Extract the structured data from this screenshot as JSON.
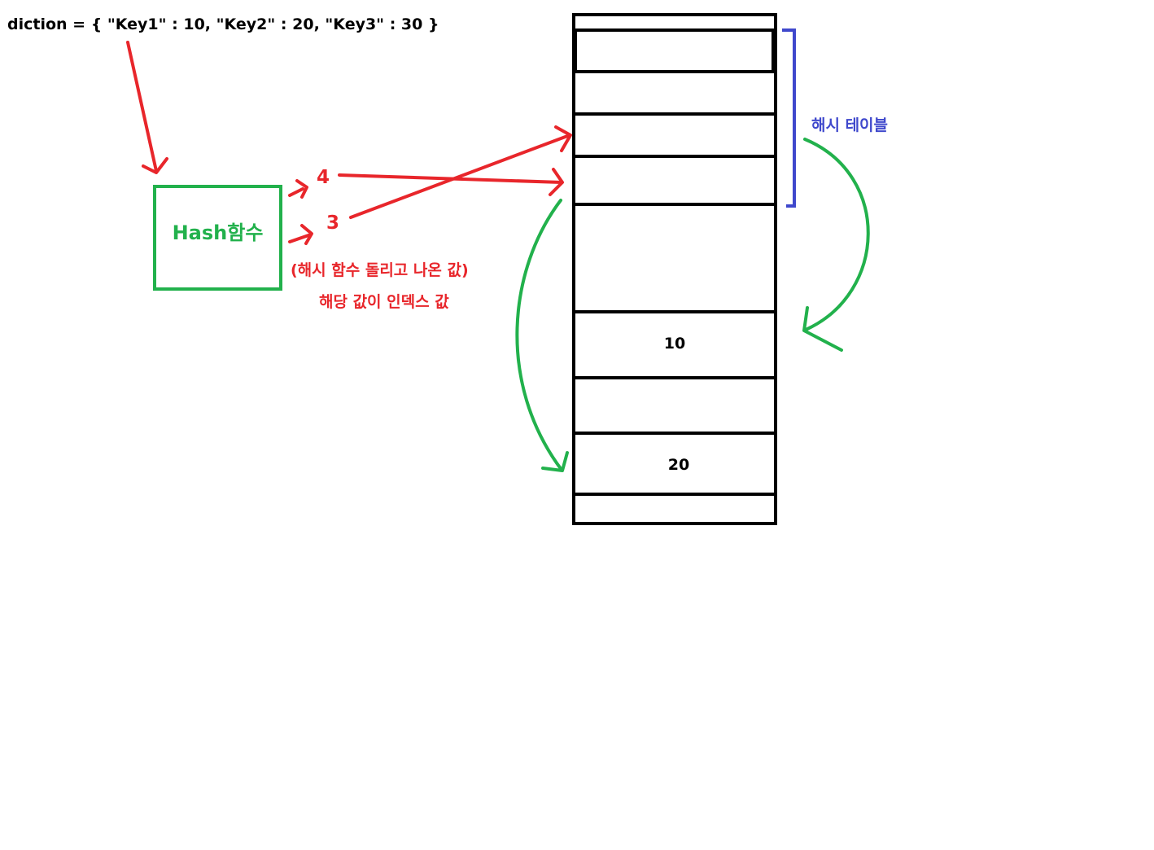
{
  "dict_expression": "diction = { \"Key1\" : 10, \"Key2\" : 20, \"Key3\" : 30 }",
  "hash_function_label": "Hash함수",
  "index_outputs": [
    "4",
    "3"
  ],
  "note_line1": "(해시 함수 돌리고 나온 값)",
  "note_line2": "해당 값이 인덱스 값",
  "hash_table_label": "해시 테이블",
  "table_values": [
    "10",
    "20"
  ],
  "colors": {
    "arrow_red": "#e8262b",
    "box_green": "#22b14c",
    "bracket_blue": "#3f48cc",
    "ink_black": "#000000"
  }
}
